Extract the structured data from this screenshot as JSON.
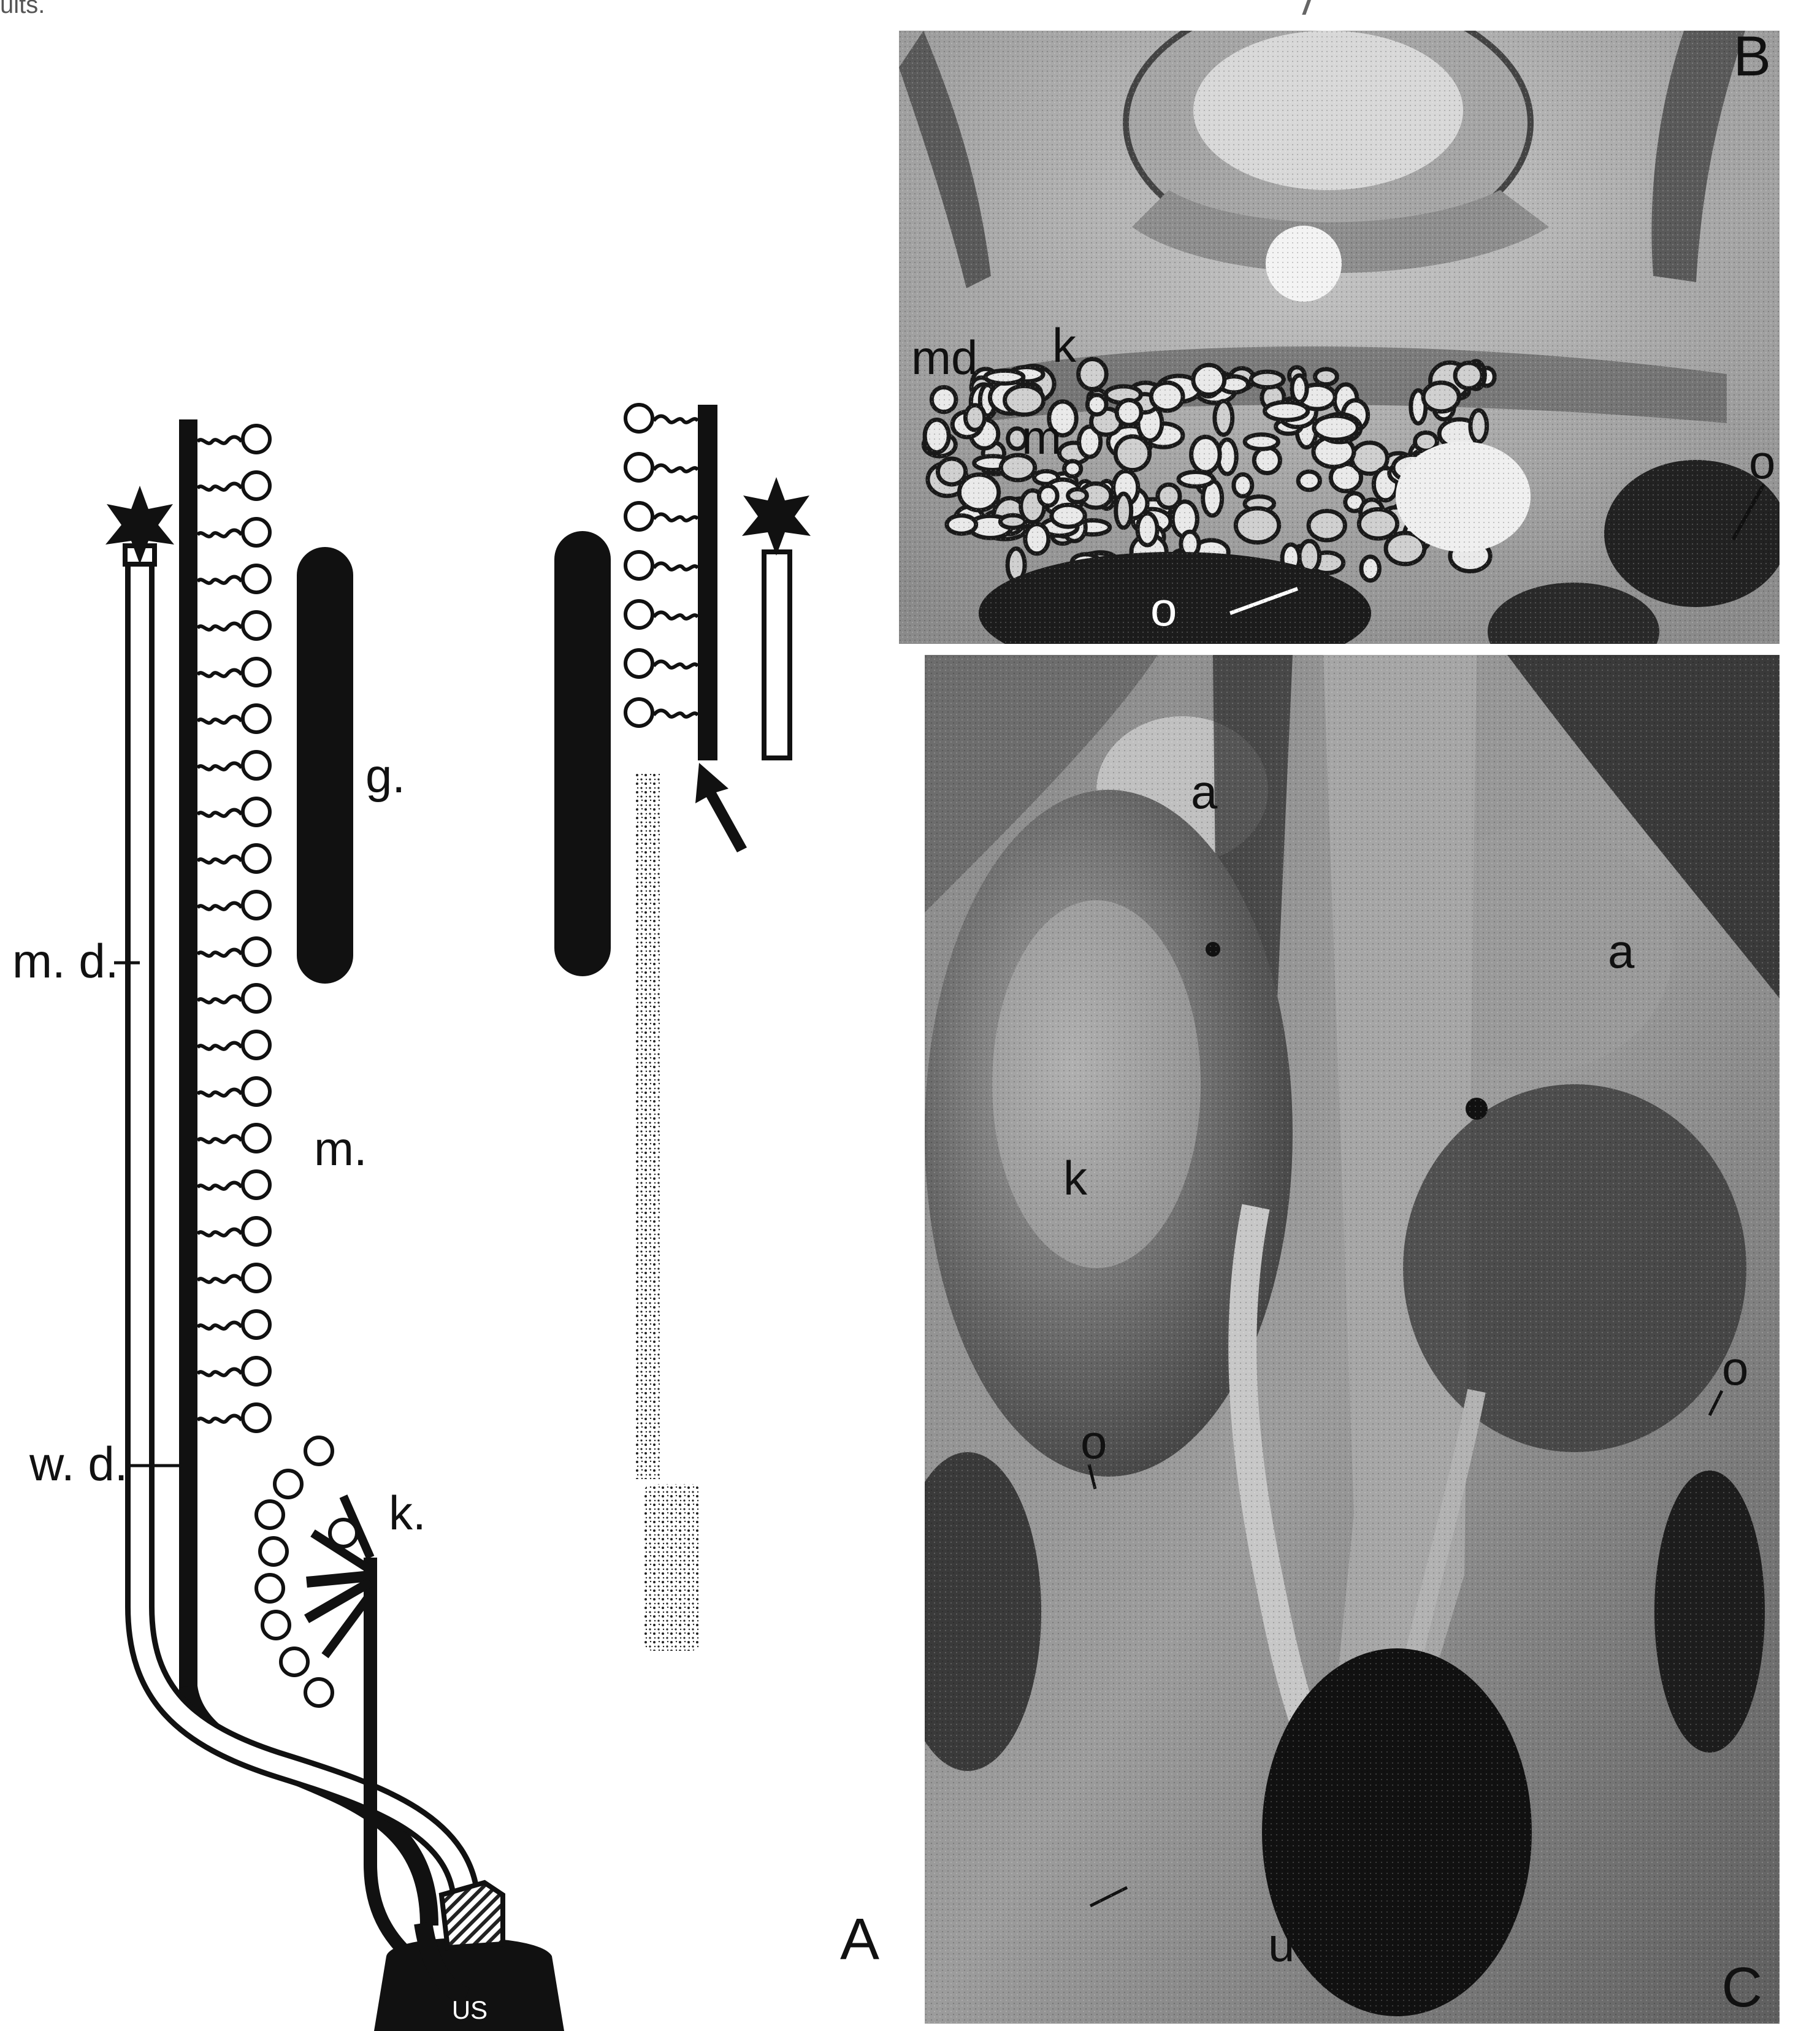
{
  "header": {
    "fragment": "ults."
  },
  "panel_a": {
    "letter": "A",
    "labels": {
      "md": "m. d.",
      "wd": "w. d.",
      "g": "g.",
      "m": "m.",
      "k": "k.",
      "us": "US"
    }
  },
  "panel_b": {
    "letter": "B",
    "labels": {
      "md": "md",
      "k": "k",
      "m": "m",
      "o_left": "o",
      "o_right": "o"
    }
  },
  "panel_c": {
    "letter": "C",
    "labels": {
      "a_top": "a",
      "a_right": "a",
      "k": "k",
      "o_left": "o",
      "o_right": "o",
      "u": "u"
    }
  }
}
